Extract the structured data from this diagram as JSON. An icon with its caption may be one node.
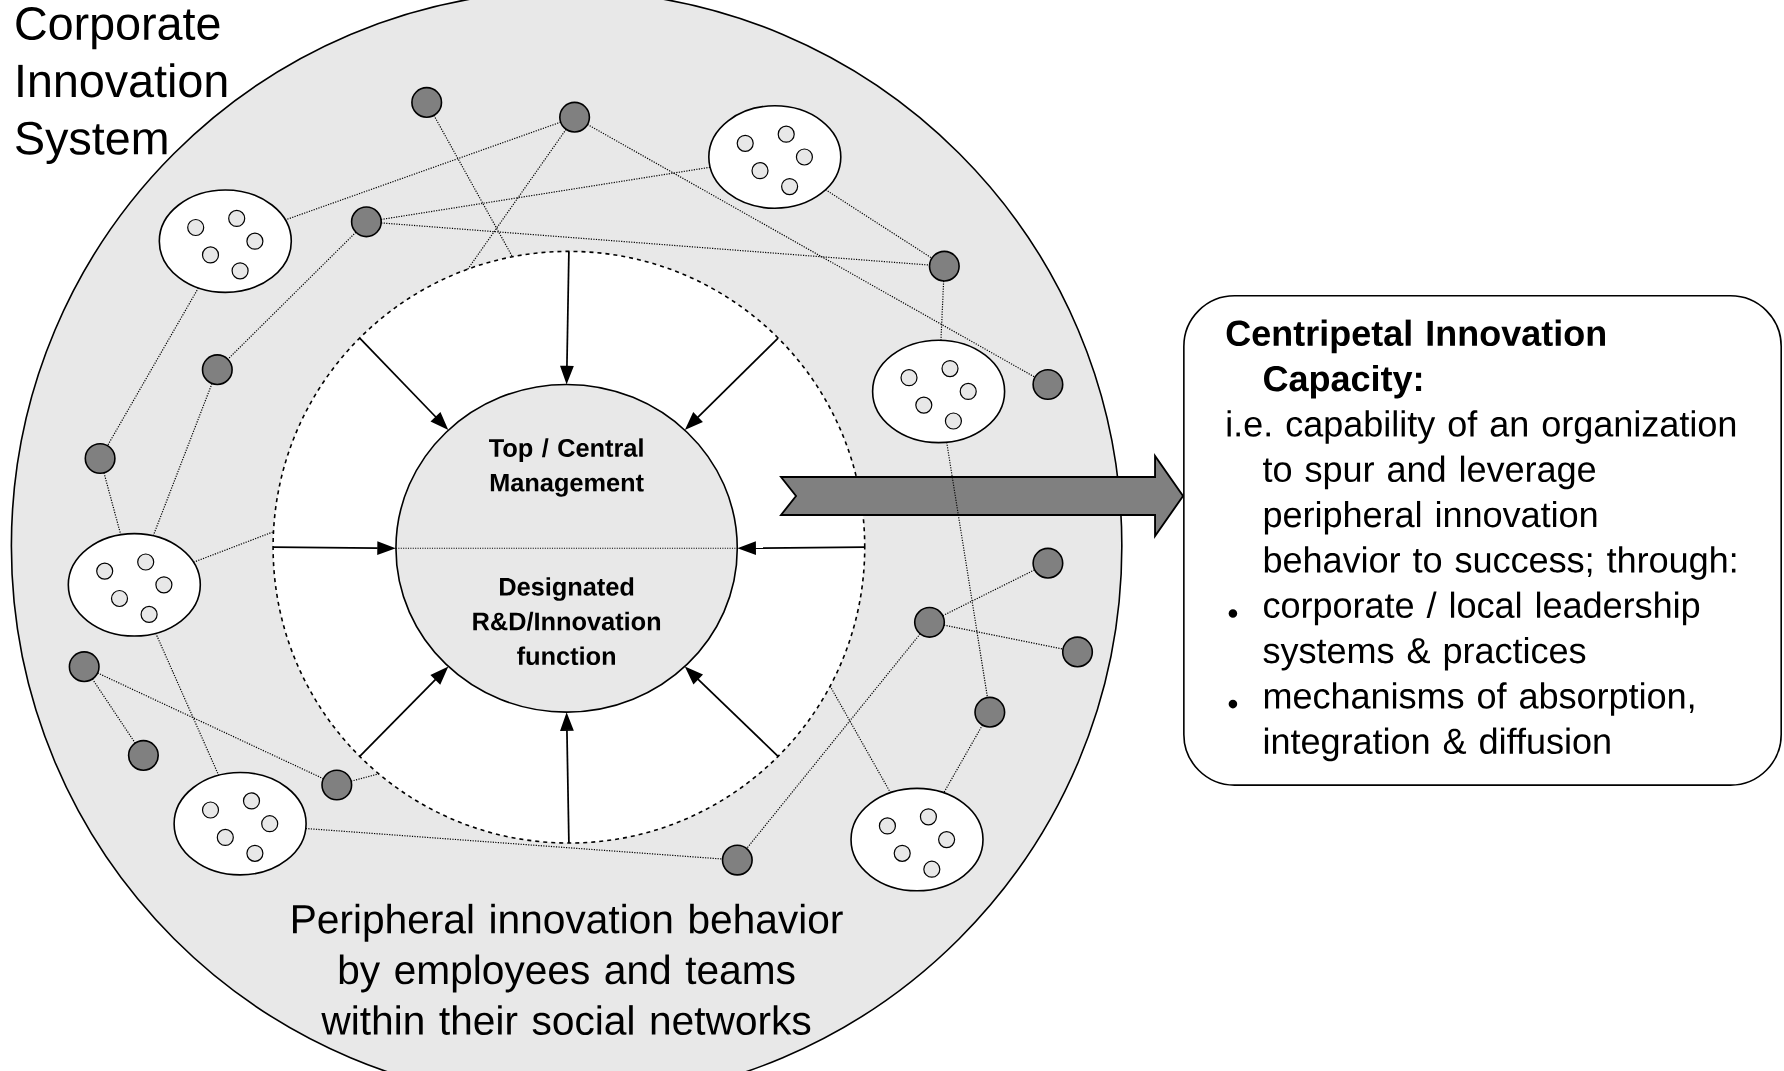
{
  "diagram": {
    "nodes": [
      {
        "text": [
          "Corporate Innovation System",
          "Peripheral innovation behavior by employees and teams within their social networks"
        ]
      },
      {
        "text": [],
        "shape": "circle",
        "in": 0
      },
      {
        "text": [
          "Top / Central Management",
          "Designated R&D/Innovation function"
        ],
        "in": 1
      },
      {
        "text": [],
        "shape": "circle",
        "in": 0
      },
      {
        "text": [],
        "shape": "circle",
        "in": 0
      },
      {
        "text": [],
        "shape": "ellipse",
        "in": 0
      },
      {
        "text": [],
        "shape": "circle",
        "in": 0
      },
      {
        "text": [],
        "shape": "ellipse",
        "in": 0
      },
      {
        "text": [],
        "shape": "circle",
        "in": 0
      },
      {
        "text": [],
        "shape": "circle",
        "in": 0
      },
      {
        "text": [],
        "shape": "circle",
        "in": 0
      },
      {
        "text": [],
        "shape": "ellipse",
        "in": 0
      },
      {
        "text": [],
        "shape": "circle",
        "in": 0
      },
      {
        "text": [],
        "shape": "circle",
        "in": 0
      },
      {
        "text": [],
        "shape": "ellipse",
        "in": 0
      },
      {
        "text": [],
        "shape": "circle",
        "in": 0
      },
      {
        "text": [],
        "shape": "circle",
        "in": 0
      },
      {
        "text": [],
        "shape": "circle",
        "in": 0
      },
      {
        "text": [],
        "shape": "circle",
        "in": 0
      },
      {
        "text": [],
        "shape": "circle",
        "in": 0
      },
      {
        "text": [],
        "shape": "circle",
        "in": 0
      },
      {
        "text": [],
        "shape": "ellipse",
        "in": 0
      },
      {
        "text": [],
        "shape": "ellipse",
        "in": 0
      },
      {
        "text": [],
        "shape": "circle",
        "in": 0
      },
      {
        "text": [
          "Centripetal Innovation Capacity:",
          "i.e. capability of an organization to spur and leverage peripheral innovation behavior to success; through:",
          "corporate / local leadership systems & practices",
          "mechanisms of absorption, integration & diffusion"
        ]
      }
    ],
    "edges": [
      {
        "from": 1,
        "to": 2,
        "arrow": "to"
      },
      {
        "from": 1,
        "to": 2,
        "arrow": "to"
      },
      {
        "from": 1,
        "to": 2,
        "arrow": "to"
      },
      {
        "from": 1,
        "to": 2,
        "arrow": "to"
      },
      {
        "from": 1,
        "to": 2,
        "arrow": "to"
      },
      {
        "from": 1,
        "to": 2,
        "arrow": "to"
      },
      {
        "from": 1,
        "to": 2,
        "arrow": "to"
      },
      {
        "from": 1,
        "to": 2,
        "arrow": "to"
      },
      {
        "from": 0,
        "to": 24,
        "arrow": "to",
        "style": "thick",
        "color": "#808080"
      },
      {
        "from": 3,
        "to": 1,
        "arrow": "none",
        "style": "dashed"
      },
      {
        "from": 4,
        "to": 1,
        "arrow": "none",
        "style": "dashed"
      },
      {
        "from": 4,
        "to": 7,
        "arrow": "none",
        "style": "dashed"
      },
      {
        "from": 4,
        "to": 10,
        "arrow": "none",
        "style": "dashed"
      },
      {
        "from": 6,
        "to": 5,
        "arrow": "none",
        "style": "dashed"
      },
      {
        "from": 6,
        "to": 8,
        "arrow": "none",
        "style": "dashed"
      },
      {
        "from": 6,
        "to": 9,
        "arrow": "none",
        "style": "dashed"
      },
      {
        "from": 5,
        "to": 8,
        "arrow": "none",
        "style": "dashed"
      },
      {
        "from": 7,
        "to": 12,
        "arrow": "none",
        "style": "dashed"
      },
      {
        "from": 9,
        "to": 14,
        "arrow": "none",
        "style": "dashed"
      },
      {
        "from": 12,
        "to": 14,
        "arrow": "none",
        "style": "dashed"
      },
      {
        "from": 14,
        "to": 1,
        "arrow": "none",
        "style": "dashed"
      },
      {
        "from": 8,
        "to": 11,
        "arrow": "none",
        "style": "dashed"
      },
      {
        "from": 11,
        "to": 18,
        "arrow": "none",
        "style": "dashed"
      },
      {
        "from": 15,
        "to": 13,
        "arrow": "none",
        "style": "dashed"
      },
      {
        "from": 15,
        "to": 16,
        "arrow": "none",
        "style": "dashed"
      },
      {
        "from": 15,
        "to": 23,
        "arrow": "none",
        "style": "dashed"
      },
      {
        "from": 1,
        "to": 22,
        "arrow": "none",
        "style": "dashed"
      },
      {
        "from": 18,
        "to": 22,
        "arrow": "none",
        "style": "dashed"
      },
      {
        "from": 21,
        "to": 23,
        "arrow": "none",
        "style": "dashed"
      },
      {
        "from": 17,
        "to": 19,
        "arrow": "none",
        "style": "dashed"
      },
      {
        "from": 17,
        "to": 20,
        "arrow": "none",
        "style": "dashed"
      },
      {
        "from": 14,
        "to": 21,
        "arrow": "none",
        "style": "dashed"
      },
      {
        "from": 20,
        "to": 1,
        "arrow": "none",
        "style": "dashed"
      }
    ]
  }
}
